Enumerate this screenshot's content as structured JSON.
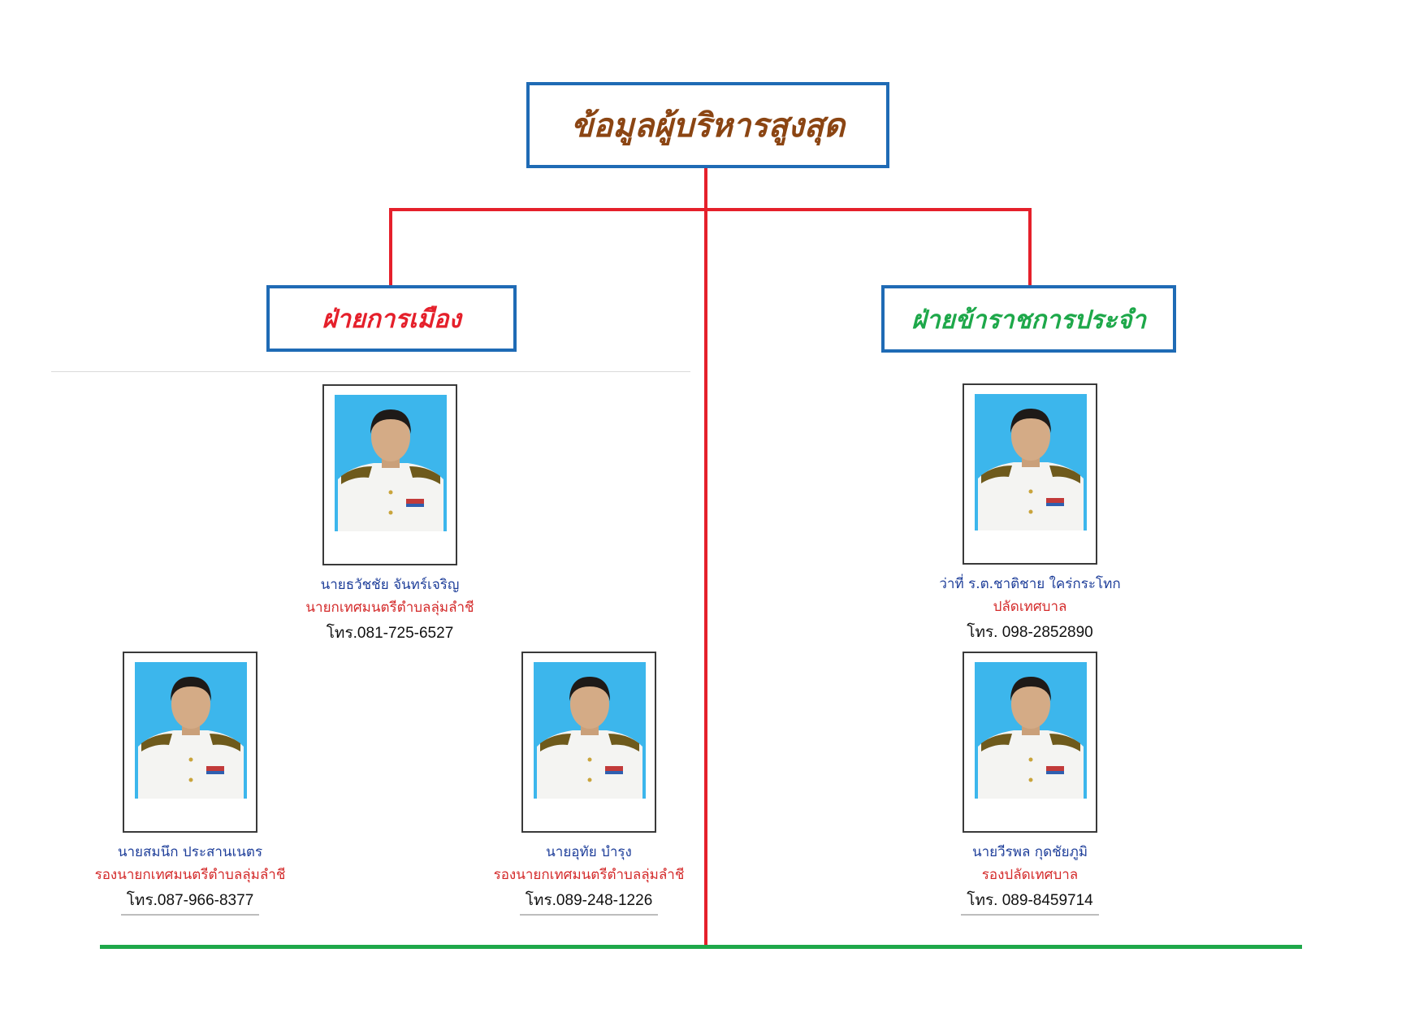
{
  "colors": {
    "title_text": "#8b4513",
    "political_text": "#e5202b",
    "civil_text": "#1ea84a",
    "box_border": "#1f6bb5",
    "connector_lines": "#e5202b",
    "bottom_line": "#1ea84a",
    "name_text": "#1f3f9a",
    "position_text": "#d42b2b",
    "photo_background": "#3cb6ec"
  },
  "title": "ข้อมูลผู้บริหารสูงสุด",
  "political_division": {
    "label": "ฝ่ายการเมือง",
    "members": [
      {
        "name": "นายธวัชชัย  จันทร์เจริญ",
        "position": "นายกเทศมนตรีตำบลลุ่มลำชี",
        "phone": "โทร.081-725-6527"
      },
      {
        "name": "นายสมนึก  ประสานเนตร",
        "position": "รองนายกเทศมนตรีตำบลลุ่มลำชี",
        "phone": "โทร.087-966-8377"
      },
      {
        "name": "นายอุทัย  บำรุง",
        "position": "รองนายกเทศมนตรีตำบลลุ่มลำชี",
        "phone": "โทร.089-248-1226"
      }
    ]
  },
  "civil_division": {
    "label": "ฝ่ายข้าราชการประจำ",
    "members": [
      {
        "name": "ว่าที่ ร.ต.ชาติชาย ใคร่กระโทก",
        "position": "ปลัดเทศบาล",
        "phone": "โทร. 098-2852890"
      },
      {
        "name": "นายวีรพล  กุดชัยภูมิ",
        "position": "รองปลัดเทศบาล",
        "phone": "โทร. 089-8459714"
      }
    ]
  }
}
